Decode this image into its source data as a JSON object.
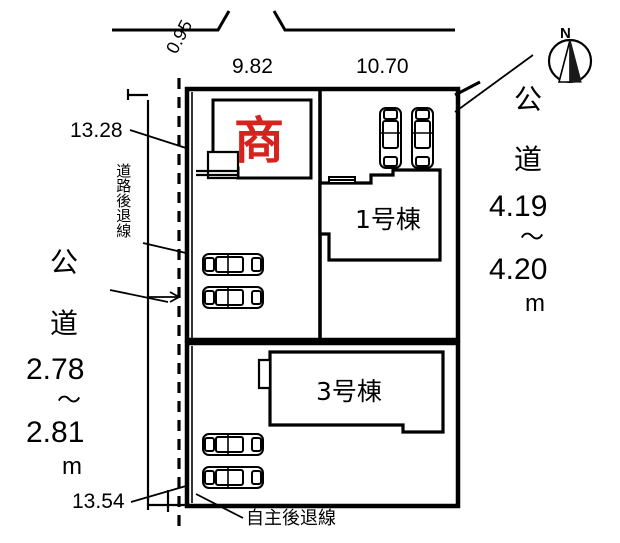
{
  "diagram": {
    "kind": "site-plan",
    "title_chars": {
      "commercial_mark": "商"
    },
    "compass": {
      "label": "N",
      "name": "north-arrow"
    },
    "dimensions": {
      "top_left_small": "0.95",
      "top_left": "9.82",
      "top_right": "10.70",
      "left_upper": "13.28",
      "left_lower": "13.54"
    },
    "roads": {
      "left": {
        "label": "公道",
        "width_from": "2.78",
        "tilde": "〜",
        "width_to": "2.81",
        "unit": "m"
      },
      "right": {
        "label": "公道",
        "width_from": "4.19",
        "tilde": "〜",
        "width_to": "4.20",
        "unit": "m"
      }
    },
    "annotations": {
      "road_setback_line": "道路後退線",
      "voluntary_setback_line": "自主後退線"
    },
    "lots": [
      {
        "id": "lot-commercial",
        "label": "商",
        "cars": 2,
        "car_orientation": "horizontal"
      },
      {
        "id": "lot-1",
        "label": "1号棟",
        "cars": 2,
        "car_orientation": "vertical"
      },
      {
        "id": "lot-3",
        "label": "3号棟",
        "cars": 2,
        "car_orientation": "horizontal"
      }
    ],
    "colors": {
      "ink": "#000000",
      "commercial_red": "#d6231e",
      "paper": "#ffffff"
    }
  }
}
